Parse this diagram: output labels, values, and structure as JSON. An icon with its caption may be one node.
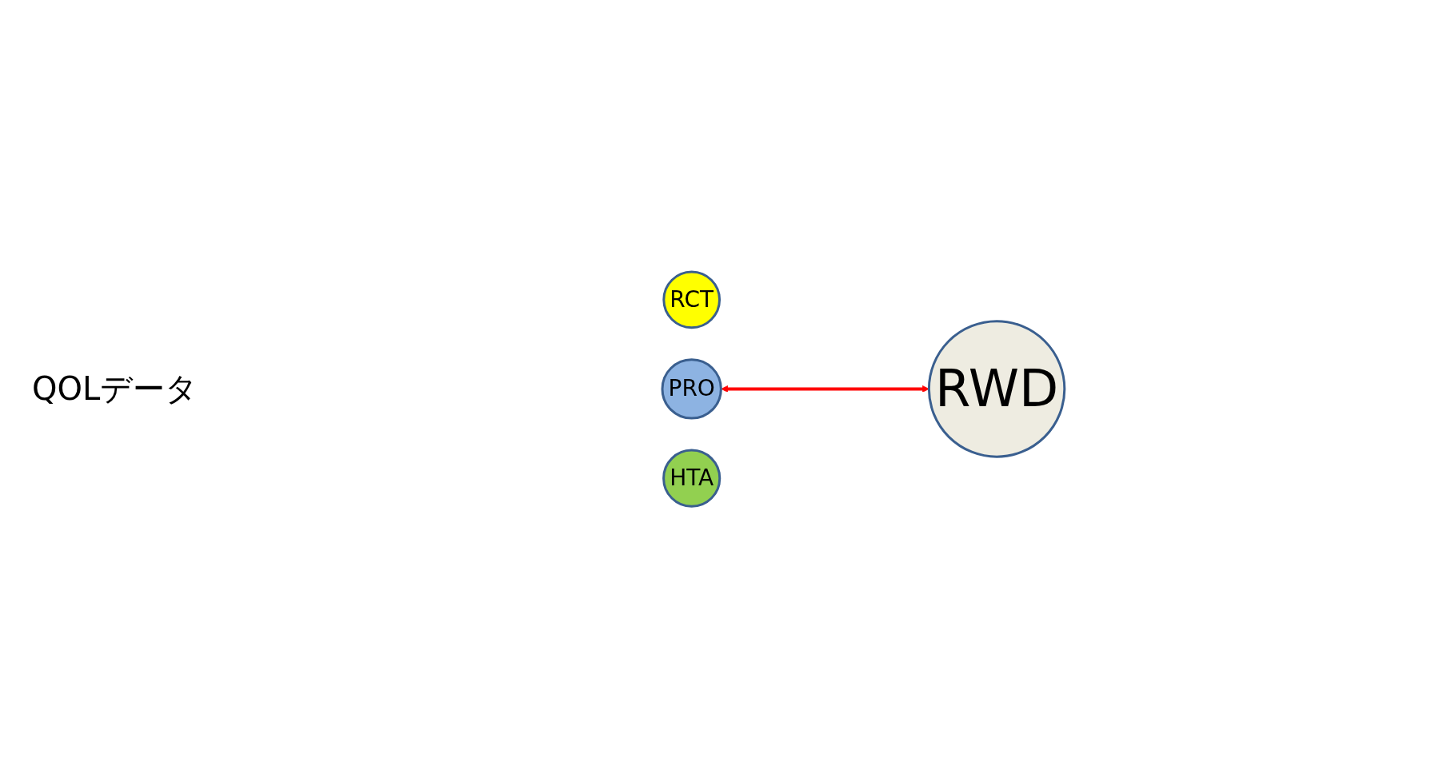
{
  "diagram": {
    "nodes": [
      {
        "text": [
          "RCT"
        ]
      },
      {
        "text": [
          "PRO"
        ]
      },
      {
        "text": [
          "HTA"
        ]
      },
      {
        "text": [
          "RWD"
        ]
      }
    ],
    "edges": [
      {
        "from": 1,
        "to": 3,
        "arrow": "both",
        "color": "#ff0000"
      }
    ],
    "labels": [
      "QOLデータ"
    ]
  }
}
